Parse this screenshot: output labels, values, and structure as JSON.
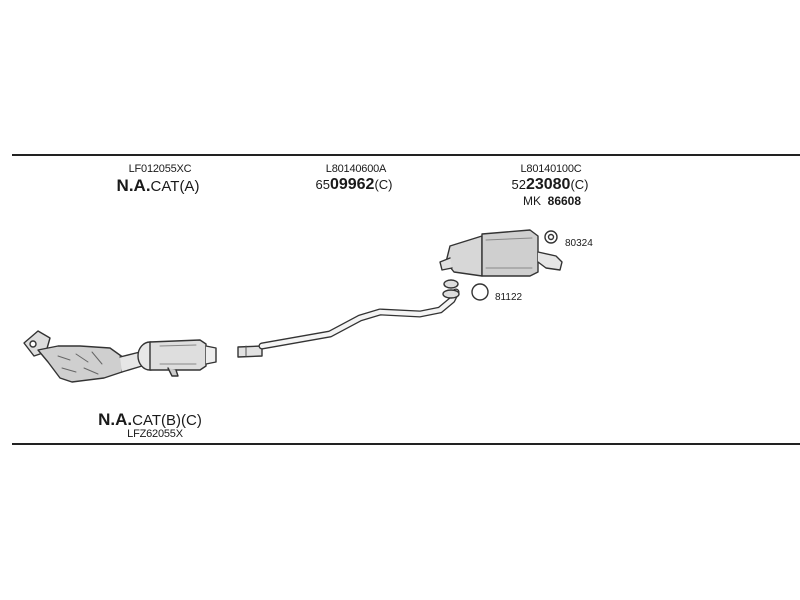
{
  "groups": {
    "cat_front": {
      "code": "LF012055XC",
      "na": "N.A.",
      "suffix": "CAT(A)"
    },
    "middle_pipe": {
      "code": "L80140600A",
      "prefix": "65",
      "number": "09962",
      "suffix": "(C)"
    },
    "rear_muffler": {
      "code": "L80140100C",
      "prefix": "52",
      "number": "23080",
      "suffix": "(C)",
      "mk_label": "MK",
      "mk_number": "86608"
    },
    "cat_bottom": {
      "na": "N.A.",
      "suffix": "CAT(B)(C)",
      "code": "LFZ62055X"
    }
  },
  "small_parts": {
    "hanger": "80324",
    "gasket": "81122"
  }
}
